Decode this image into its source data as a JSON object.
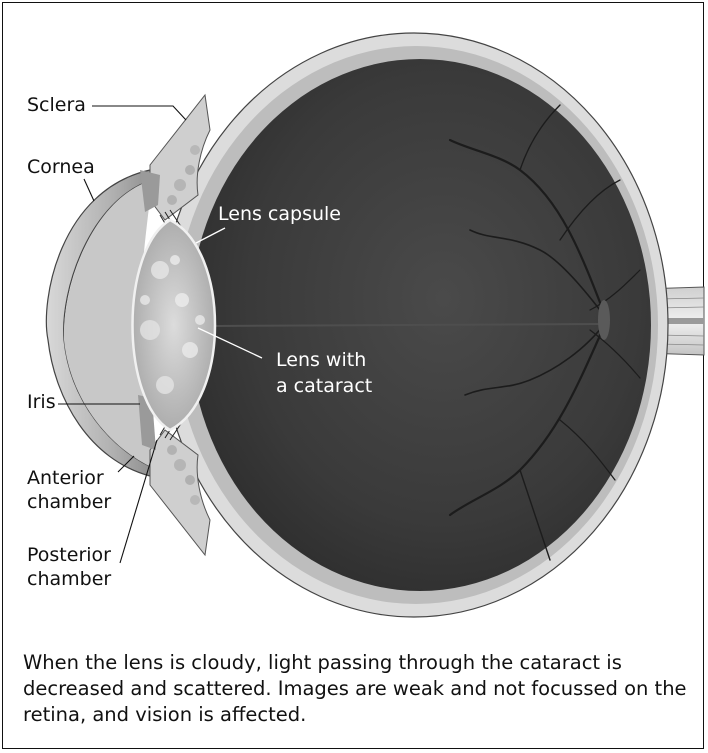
{
  "labels": {
    "sclera": "Sclera",
    "cornea": "Cornea",
    "lens_capsule": "Lens capsule",
    "lens_line1": "Lens with",
    "lens_line2": "a cataract",
    "iris": "Iris",
    "anterior_line1": "Anterior",
    "anterior_line2": "chamber",
    "posterior_line1": "Posterior",
    "posterior_line2": "chamber"
  },
  "caption": "When the lens is cloudy, light passing through the cataract is decreased and scattered. Images are weak and not focussed on the retina, and vision is affected.",
  "colors": {
    "eye_interior": "#3c3c3c",
    "sclera": "#d9d9d9",
    "lens": "#c9c9c9",
    "optic_nerve": "#e4e4e4"
  }
}
